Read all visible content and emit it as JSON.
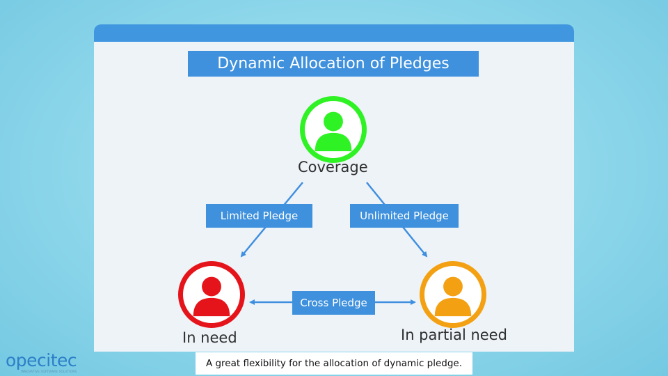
{
  "title": "Dynamic Allocation of Pledges",
  "nodes": {
    "coverage": {
      "label": "Coverage",
      "color": "#2ff224"
    },
    "in_need": {
      "label": "In need",
      "color": "#e5141b"
    },
    "in_partial_need": {
      "label": "In partial need",
      "color": "#f3a113"
    }
  },
  "edges": {
    "limited": "Limited Pledge",
    "unlimited": "Unlimited Pledge",
    "cross": "Cross Pledge"
  },
  "colors": {
    "accent": "#3f91dd",
    "arrow": "#3f8fe0",
    "window_bar": "#4197df"
  },
  "caption": "A great flexibility for the allocation of dynamic pledge.",
  "logo": {
    "text": "opecitec",
    "tagline": "INNOVATIVE SOFTWARE SOLUTIONS"
  }
}
